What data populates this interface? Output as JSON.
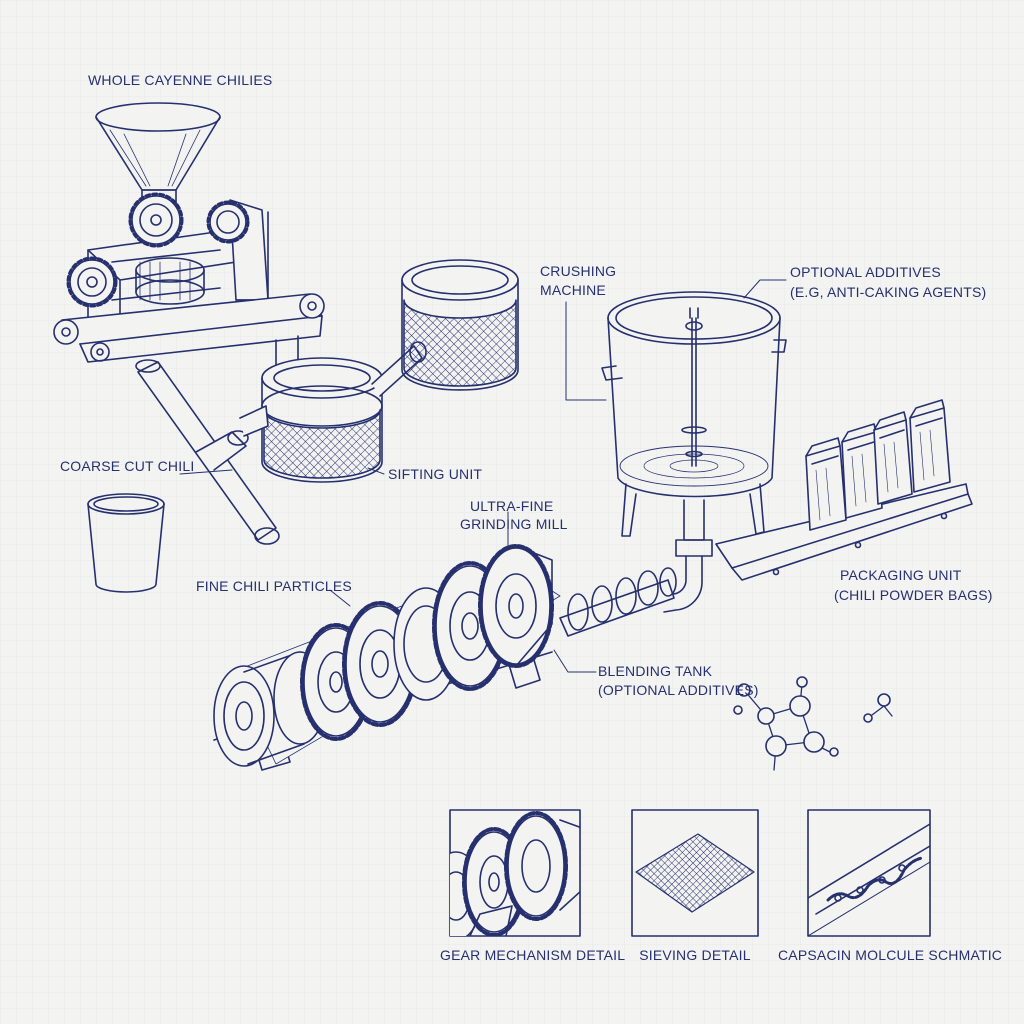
{
  "colors": {
    "paper": "#f3f3f1",
    "grid": "#d9dce3",
    "ink": "#26306e",
    "ink_light": "#7c84b0"
  },
  "labels": {
    "whole_chilies": "WHOLE CAYENNE CHILIES",
    "crushing_machine_line1": "CRUSHING",
    "crushing_machine_line2": "MACHINE",
    "optional_additives_line1": "OPTIONAL ADDITIVES",
    "optional_additives_line2": "(E.G, ANTI-CAKING AGENTS)",
    "coarse_cut": "COARSE CUT CHILI",
    "sifting_unit": "SIFTING UNIT",
    "ultra_fine_line1": "ULTRA-FINE",
    "ultra_fine_line2": "GRINDING MILL",
    "fine_particles": "FINE CHILI PARTICLES",
    "packaging_line1": "PACKAGING UNIT",
    "packaging_line2": "(CHILI POWDER BAGS)",
    "blending_line1": "BLENDING TANK",
    "blending_line2": "(OPTIONAL ADDITIVES)"
  },
  "details": [
    {
      "id": "gear",
      "caption": "GEAR MECHANISM DETAIL",
      "icon": "gear-detail-icon"
    },
    {
      "id": "sieve",
      "caption": "SIEVING DETAIL",
      "icon": "mesh-detail-icon"
    },
    {
      "id": "molecule",
      "caption": "CAPSACIN MOLCULE SCHMATIC",
      "icon": "molecule-detail-icon"
    }
  ]
}
